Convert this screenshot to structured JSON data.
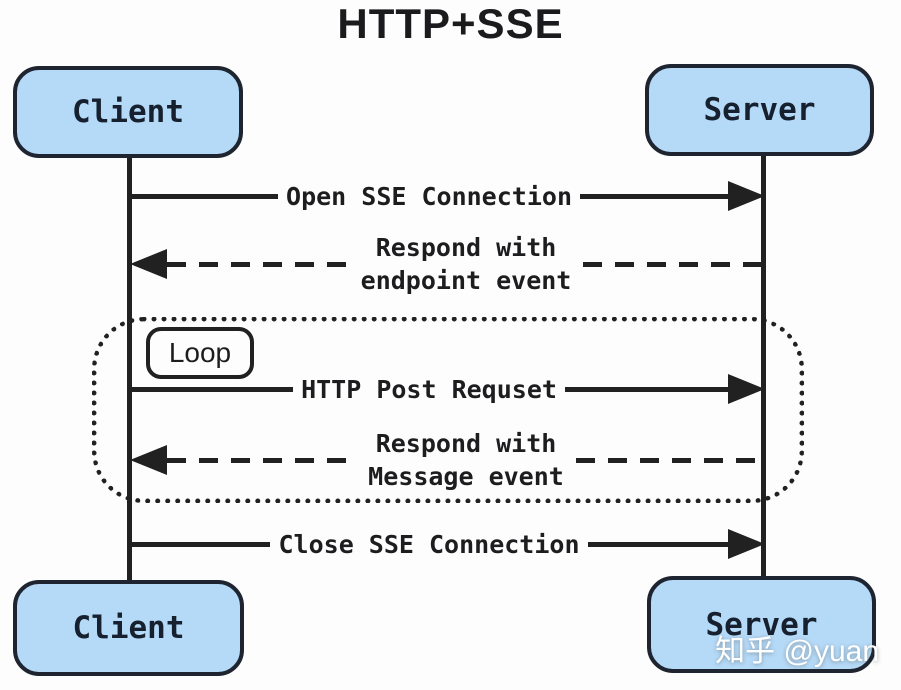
{
  "title": "HTTP+SSE",
  "colors": {
    "background": "#fdfdfd",
    "actor_fill": "#b5daf8",
    "line": "#212121",
    "text": "#16202e"
  },
  "actors": {
    "top_left": "Client",
    "top_right": "Server",
    "bottom_left": "Client",
    "bottom_right": "Server"
  },
  "loop": {
    "label": "Loop"
  },
  "messages": [
    {
      "label": "Open SSE Connection",
      "type": "solid",
      "direction": "client-to-server"
    },
    {
      "label_line1": "Respond with",
      "label_line2": "endpoint event",
      "type": "dashed",
      "direction": "server-to-client"
    },
    {
      "label": "HTTP Post Requset",
      "type": "solid",
      "direction": "client-to-server",
      "in_loop": true
    },
    {
      "label_line1": "Respond with",
      "label_line2": "Message event",
      "type": "dashed",
      "direction": "server-to-client",
      "in_loop": true
    },
    {
      "label": "Close SSE Connection",
      "type": "solid",
      "direction": "client-to-server"
    }
  ],
  "watermark": "知乎 @yuan"
}
